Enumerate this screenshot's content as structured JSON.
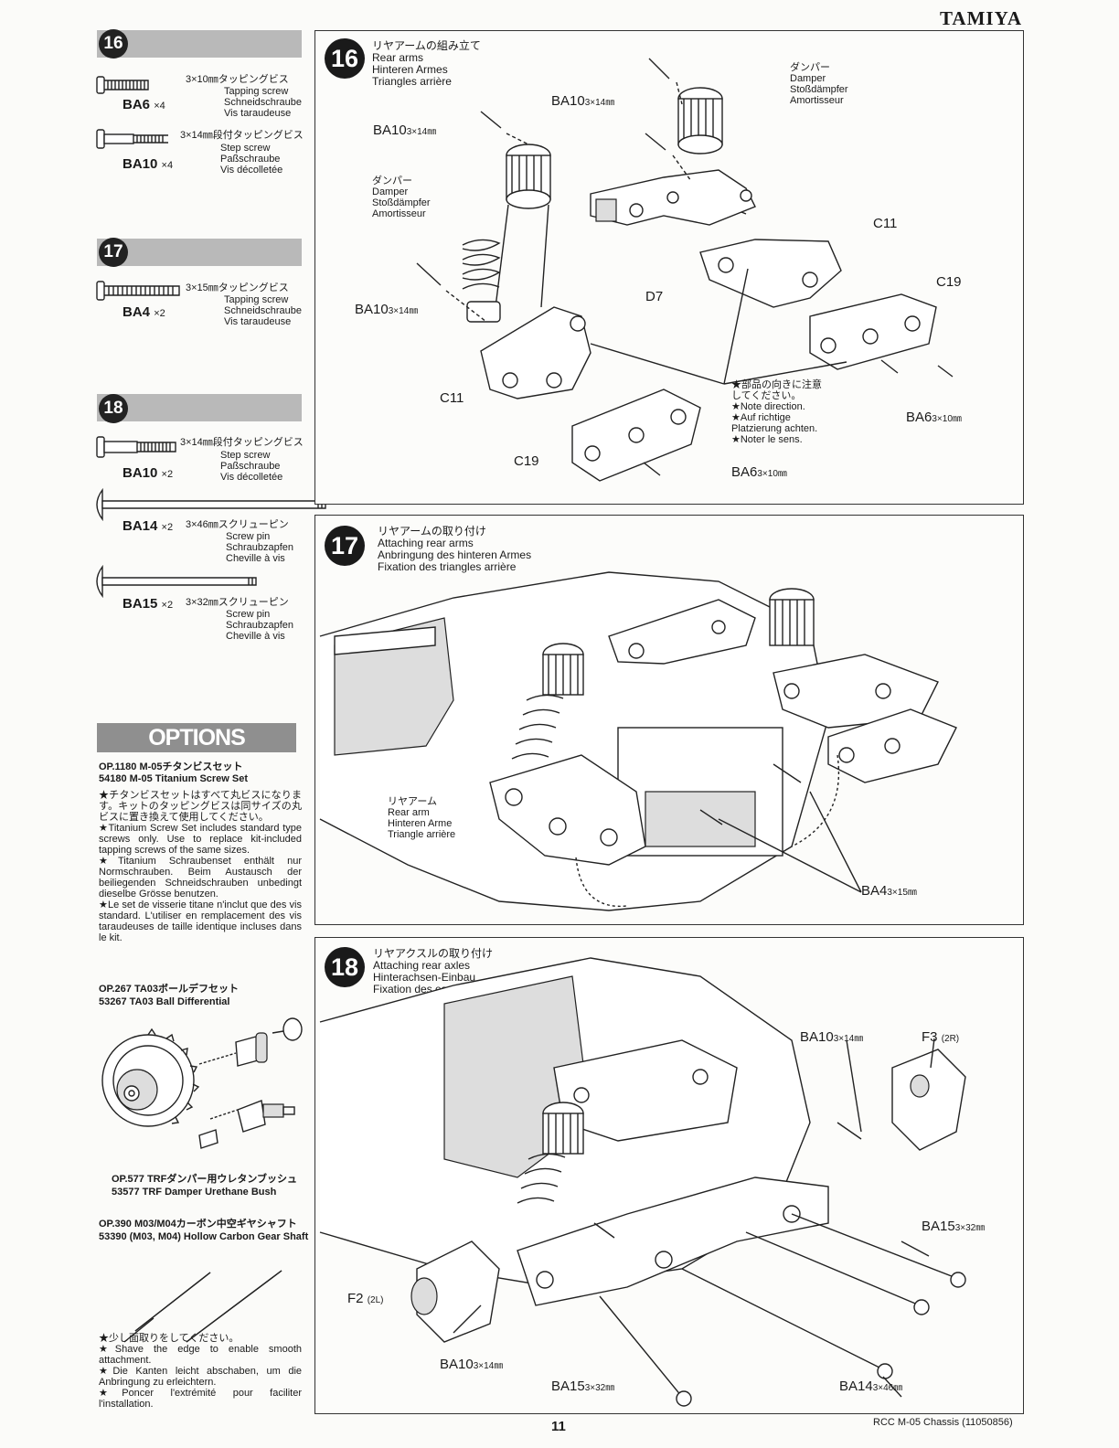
{
  "header": {
    "brand": "TAMIYA"
  },
  "sidebar": {
    "steps": [
      {
        "num": "16",
        "screws": [
          {
            "code": "BA6",
            "qty": "×4",
            "size": "3×10㎜タッピングビス",
            "desc": "Tapping screw\nSchneidschraube\nVis taraudeuse"
          },
          {
            "code": "BA10",
            "qty": "×4",
            "size": "3×14㎜段付タッピングビス",
            "desc": "Step screw\nPaßschraube\nVis décolletée"
          }
        ]
      },
      {
        "num": "17",
        "screws": [
          {
            "code": "BA4",
            "qty": "×2",
            "size": "3×15㎜タッピングビス",
            "desc": "Tapping screw\nSchneidschraube\nVis taraudeuse"
          }
        ]
      },
      {
        "num": "18",
        "screws": [
          {
            "code": "BA10",
            "qty": "×2",
            "size": "3×14㎜段付タッピングビス",
            "desc": "Step screw\nPaßschraube\nVis décolletée"
          },
          {
            "code": "BA14",
            "qty": "×2",
            "size": "3×46㎜スクリューピン",
            "desc": "Screw pin\nSchraubzapfen\nCheville à vis"
          },
          {
            "code": "BA15",
            "qty": "×2",
            "size": "3×32㎜スクリューピン",
            "desc": "Screw pin\nSchraubzapfen\nCheville à vis"
          }
        ]
      }
    ],
    "options": {
      "title": "OPTIONS",
      "opt1": {
        "jp": "OP.1180 M-05チタンビスセット",
        "en": "54180 M-05 Titanium Screw Set"
      },
      "note1": "★チタンビスセットはすべて丸ビスになります。キットのタッピングビスは同サイズの丸ビスに置き換えて使用してください。\n★Titanium Screw Set includes standard type screws only. Use to replace kit-included tapping screws of the same sizes.\n★Titanium Schraubenset enthält nur Normschrauben. Beim Austausch der beiliegenden Schneidschrauben unbedingt dieselbe Grösse benutzen.\n★Le set de visserie titane n'inclut que des vis standard. L'utiliser en remplacement des vis taraudeuses de taille identique incluses dans le kit.",
      "opt2": {
        "jp": "OP.267 TA03ボールデフセット",
        "en": "53267 TA03 Ball Differential"
      },
      "opt3": {
        "jp": "OP.577 TRFダンパー用ウレタンブッシュ",
        "en": "53577 TRF Damper Urethane Bush"
      },
      "opt4": {
        "jp": "OP.390 M03/M04カーボン中空ギヤシャフト",
        "en": "53390 (M03, M04) Hollow Carbon Gear Shaft"
      },
      "note2": "★少し面取りをしてください。\n★Shave the edge to enable smooth attachment.\n★Die Kanten leicht abschaben, um die Anbringung zu erleichtern.\n★Poncer l'extrémité pour faciliter l'installation."
    }
  },
  "step16": {
    "num": "16",
    "title": "リヤアームの組み立て\nRear arms\nHinteren Armes\nTriangles arrière",
    "damper_top": "ダンパー\nDamper\nStoßdämpfer\nAmortisseur",
    "damper_left": "ダンパー\nDamper\nStoßdämpfer\nAmortisseur",
    "ba10": "BA10",
    "size14": "3×14㎜",
    "ba6": "BA6",
    "size10": "3×10㎜",
    "c11": "C11",
    "c19": "C19",
    "d7": "D7",
    "note": "★部品の向きに注意\nしてください。\n★Note direction.\n★Auf richtige\nPlatzierung achten.\n★Noter le sens."
  },
  "step17": {
    "num": "17",
    "title": "リヤアームの取り付け\nAttaching rear arms\nAnbringung des hinteren Armes\nFixation des triangles arrière",
    "arm_label": "リヤアーム\nRear arm\nHinteren Arme\nTriangle arrière",
    "ba4": "BA4",
    "size15": "3×15㎜"
  },
  "step18": {
    "num": "18",
    "title": "リヤアクスルの取り付け\nAttaching rear axles\nHinterachsen-Einbau\nFixation des essieux arrière",
    "ba10": "BA10",
    "size14": "3×14㎜",
    "f3": "F3",
    "f3q": "(2R)",
    "f2": "F2",
    "f2q": "(2L)",
    "ba15": "BA15",
    "size32": "3×32㎜",
    "ba14": "BA14",
    "size46": "3×46㎜"
  },
  "footer": {
    "page": "11",
    "model": "RCC M-05 Chassis (11050856)"
  }
}
